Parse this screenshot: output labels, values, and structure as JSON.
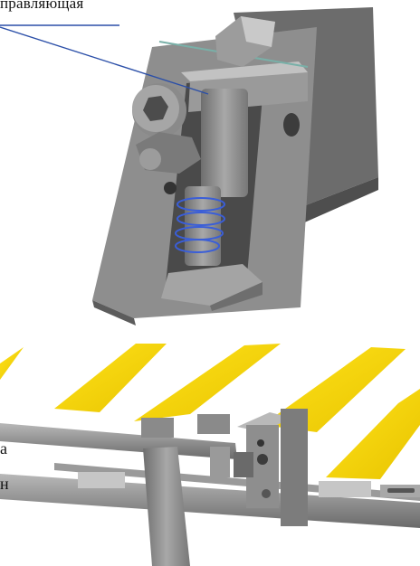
{
  "top_figure": {
    "callout_label": "правляющая"
  },
  "bottom_figure": {
    "side_char_1": "а",
    "side_char_2": "н"
  },
  "colors": {
    "steel": "#8c8c8c",
    "steel_dark": "#5a5a5a",
    "steel_light": "#b4b4b4",
    "slat_yellow": "#f2d200",
    "spring_blue": "#3a5ed8",
    "callout_line": "#2b4fa8"
  }
}
